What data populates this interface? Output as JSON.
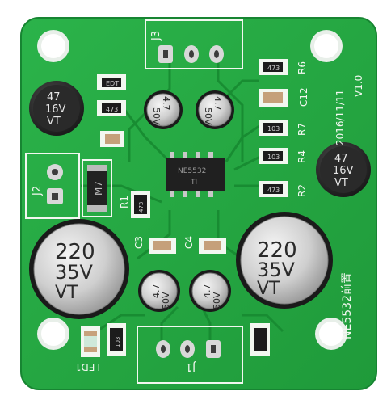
{
  "board": {
    "title": "NE5532前置",
    "date": "2016/11/11",
    "version": "V1.0",
    "colors": {
      "pcb": "#22a33e",
      "trace": "#1a8a33",
      "silk": "#f2f7f0",
      "pad": "#d8d8d8"
    }
  },
  "connectors": {
    "j1": "J1",
    "j2": "J2",
    "j3": "J3",
    "led": "LED1"
  },
  "caps": {
    "big_left": {
      "l1": "220",
      "l2": "35V",
      "l3": "VT"
    },
    "big_right": {
      "l1": "220",
      "l2": "35V",
      "l3": "VT"
    },
    "mid_left": {
      "l1": "47",
      "l2": "16V",
      "l3": "VT"
    },
    "mid_right": {
      "l1": "47",
      "l2": "16V",
      "l3": "VT"
    },
    "small_tl": {
      "l1": "4.7",
      "l2": "50V"
    },
    "small_tr": {
      "l1": "4.7",
      "l2": "50V"
    },
    "small_bl": {
      "l1": "4.7",
      "l2": "50V"
    },
    "small_br": {
      "l1": "4.7",
      "l2": "50V"
    }
  },
  "labels": {
    "c3": "C3",
    "c4": "C4",
    "c12": "C12",
    "r1": "R1",
    "r2": "R2",
    "r4": "R4",
    "r6": "R6",
    "r7": "R7"
  },
  "smd": {
    "r_473_a": "473",
    "r_473_b": "473",
    "r_473_c": "473",
    "r_473_d": "473",
    "r_103_a": "103",
    "r_103_b": "103",
    "r_103_c": "103",
    "r_edt": "EDT"
  },
  "ic": {
    "line1": "NE5532",
    "line2": "TI"
  },
  "diode": {
    "label": "M7"
  }
}
